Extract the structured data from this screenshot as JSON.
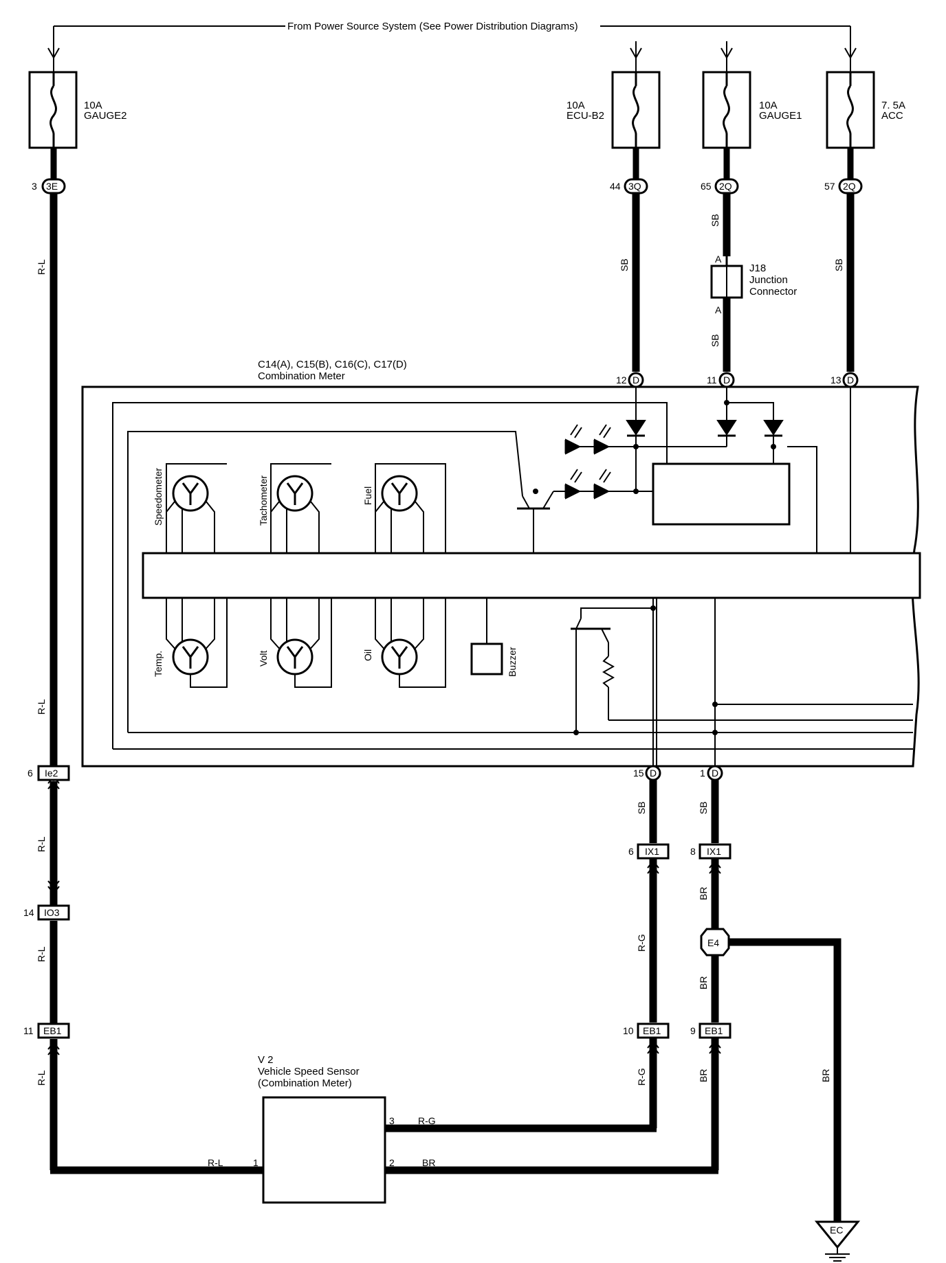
{
  "header": {
    "source_label": "From Power Source System (See Power Distribution Diagrams)"
  },
  "fuses": [
    {
      "amp": "10A",
      "name": "GAUGE2"
    },
    {
      "amp": "10A",
      "name": "ECU-B2"
    },
    {
      "amp": "10A",
      "name": "GAUGE1"
    },
    {
      "amp": "7. 5A",
      "name": "ACC"
    }
  ],
  "top_connectors": [
    {
      "pin": "3",
      "code": "3E"
    },
    {
      "pin": "44",
      "code": "3Q"
    },
    {
      "pin": "65",
      "code": "2Q"
    },
    {
      "pin": "57",
      "code": "2Q"
    }
  ],
  "junction": {
    "ref": "J18",
    "name_line1": "Junction",
    "name_line2": "Connector",
    "pin_top": "A",
    "pin_bottom": "A"
  },
  "meter": {
    "ref": "C14(A), C15(B), C16(C), C17(D)",
    "name": "Combination Meter",
    "pins_top": [
      {
        "pin": "12",
        "code": "D"
      },
      {
        "pin": "11",
        "code": "D"
      },
      {
        "pin": "13",
        "code": "D"
      }
    ],
    "pins_bottom": [
      {
        "pin": "15",
        "code": "D"
      },
      {
        "pin": "1",
        "code": "D"
      }
    ],
    "gauges_top": [
      "Speedometer",
      "Tachometer",
      "Fuel"
    ],
    "gauges_bottom": [
      "Temp.",
      "Volt",
      "Oil"
    ],
    "buzzer": "Buzzer"
  },
  "wire_colors": {
    "rl": "R-L",
    "sb": "SB",
    "rg": "R-G",
    "br": "BR"
  },
  "left_connectors": [
    {
      "pin": "6",
      "code": "Ie2"
    },
    {
      "pin": "14",
      "code": "IO3"
    },
    {
      "pin": "11",
      "code": "EB1"
    }
  ],
  "right_connectors": [
    {
      "pin": "6",
      "code": "IX1"
    },
    {
      "pin": "8",
      "code": "IX1"
    },
    {
      "pin": "10",
      "code": "EB1"
    },
    {
      "pin": "9",
      "code": "EB1"
    }
  ],
  "splice": "E4",
  "sensor": {
    "ref": "V 2",
    "name": "Vehicle Speed Sensor",
    "sub": "(Combination Meter)",
    "pin1": "1",
    "pin2": "2",
    "pin3": "3",
    "wire1": "R-L",
    "wire2": "BR",
    "wire3": "R-G"
  },
  "ground": "EC"
}
